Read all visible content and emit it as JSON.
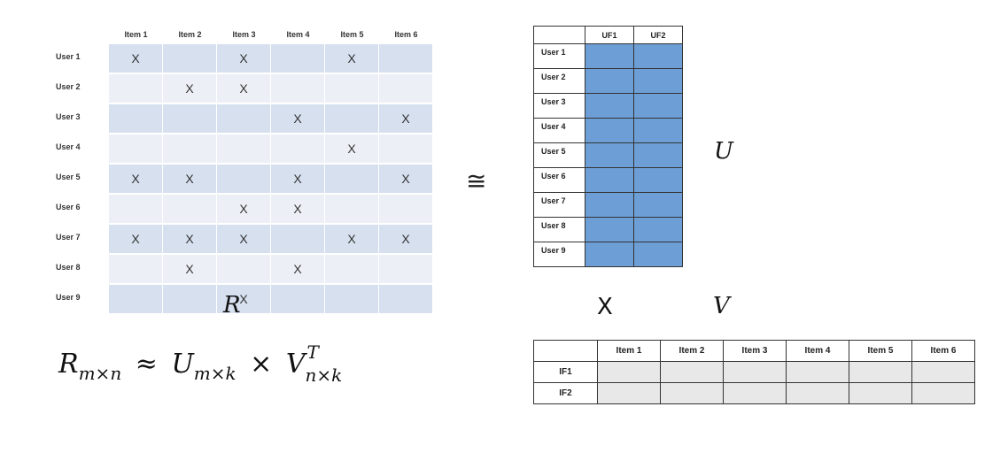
{
  "r_matrix": {
    "columns": [
      "Item 1",
      "Item 2",
      "Item 3",
      "Item 4",
      "Item 5",
      "Item 6"
    ],
    "rows": [
      {
        "label": "User 1",
        "marks": [
          "X",
          "",
          "X",
          "",
          "X",
          ""
        ]
      },
      {
        "label": "User 2",
        "marks": [
          "",
          "X",
          "X",
          "",
          "",
          ""
        ]
      },
      {
        "label": "User 3",
        "marks": [
          "",
          "",
          "",
          "X",
          "",
          "X"
        ]
      },
      {
        "label": "User 4",
        "marks": [
          "",
          "",
          "",
          "",
          "X",
          ""
        ]
      },
      {
        "label": "User 5",
        "marks": [
          "X",
          "X",
          "",
          "X",
          "",
          "X"
        ]
      },
      {
        "label": "User 6",
        "marks": [
          "",
          "",
          "X",
          "X",
          "",
          ""
        ]
      },
      {
        "label": "User 7",
        "marks": [
          "X",
          "X",
          "X",
          "",
          "X",
          "X"
        ]
      },
      {
        "label": "User 8",
        "marks": [
          "",
          "X",
          "",
          "X",
          "",
          ""
        ]
      },
      {
        "label": "User 9",
        "marks": [
          "",
          "",
          "X",
          "",
          "",
          ""
        ]
      }
    ],
    "name": "R"
  },
  "approx_symbol": "≅",
  "u_matrix": {
    "name": "U",
    "columns": [
      "UF1",
      "UF2"
    ],
    "rows": [
      "User 1",
      "User 2",
      "User 3",
      "User 4",
      "User 5",
      "User 6",
      "User 7",
      "User 8",
      "User 9"
    ],
    "fill_color": "#6d9fd6"
  },
  "times_symbol": "X",
  "v_matrix": {
    "name": "V",
    "columns": [
      "Item 1",
      "Item 2",
      "Item 3",
      "Item 4",
      "Item 5",
      "Item 6"
    ],
    "rows": [
      "IF1",
      "IF2"
    ],
    "fill_color": "#e8e8e8"
  },
  "formula": {
    "r": "R",
    "r_sub": "m×n",
    "approx": "≈",
    "u": "U",
    "u_sub": "m×k",
    "times": "×",
    "v": "V",
    "v_sup": "T",
    "v_sub": "n×k"
  }
}
